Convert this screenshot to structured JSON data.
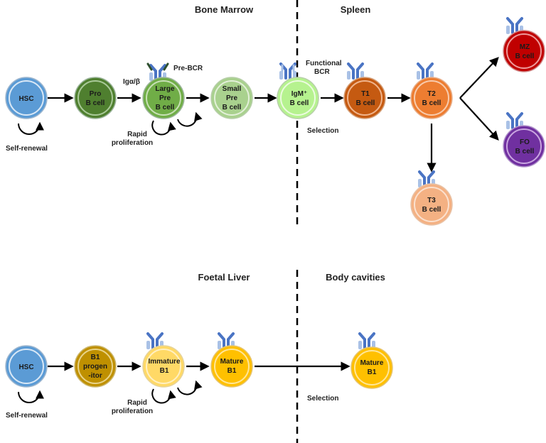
{
  "regions": {
    "bone_marrow": "Bone Marrow",
    "spleen": "Spleen",
    "foetal_liver": "Foetal Liver",
    "body_cavities": "Body cavities"
  },
  "colors": {
    "receptor": "#4a74c4",
    "receptor_light": "#a9c1e6",
    "arrow": "#000000",
    "divider": "#000000"
  },
  "cells": {
    "hsc_top": {
      "line1": "HSC",
      "line2": "",
      "line3": "",
      "fill": "#5b9bd5",
      "ring": "#d9e8f6"
    },
    "pro_b": {
      "line1": "Pro",
      "line2": "B cell",
      "line3": "",
      "fill": "#4f7f2f",
      "ring": "#a9c998"
    },
    "large_pre": {
      "line1": "Large",
      "line2": "Pre",
      "line3": "B cell",
      "fill": "#70ad47",
      "ring": "#c8e0b6"
    },
    "small_pre": {
      "line1": "Small",
      "line2": "Pre",
      "line3": "B cell",
      "fill": "#a9d18e",
      "ring": "#e3f0d9"
    },
    "igm_b": {
      "line1": "IgM⁺",
      "line2": "B cell",
      "line3": "",
      "fill": "#b6f28f",
      "ring": "#ecfbe0"
    },
    "t1": {
      "line1": "T1",
      "line2": "B cell",
      "line3": "",
      "fill": "#c55a11",
      "ring": "#f0b48c"
    },
    "t2": {
      "line1": "T2",
      "line2": "B cell",
      "line3": "",
      "fill": "#ed7d31",
      "ring": "#f8cbad"
    },
    "t3": {
      "line1": "T3",
      "line2": "B cell",
      "line3": "",
      "fill": "#f4b183",
      "ring": "#fbe1cf"
    },
    "mz": {
      "line1": "MZ",
      "line2": "B cell",
      "line3": "",
      "fill": "#c00000",
      "ring": "#ee9a9a"
    },
    "fo": {
      "line1": "FO",
      "line2": "B cell",
      "line3": "",
      "fill": "#7030a0",
      "ring": "#c9a6e0"
    },
    "hsc_bottom": {
      "line1": "HSC",
      "line2": "",
      "line3": "",
      "fill": "#5b9bd5",
      "ring": "#d9e8f6"
    },
    "b1_prog": {
      "line1": "B1",
      "line2": "progen",
      "line3": "-itor",
      "fill": "#bf9000",
      "ring": "#e8d38a"
    },
    "immature_b1": {
      "line1": "Immature",
      "line2": "B1",
      "line3": "",
      "fill": "#ffd966",
      "ring": "#fff0c2"
    },
    "mature_b1_fl": {
      "line1": "Mature",
      "line2": "B1",
      "line3": "",
      "fill": "#ffc000",
      "ring": "#ffe699"
    },
    "mature_b1_bc": {
      "line1": "Mature",
      "line2": "B1",
      "line3": "",
      "fill": "#ffc000",
      "ring": "#ffe699"
    }
  },
  "labels": {
    "self_renewal_top": "Self-renewal",
    "self_renewal_bottom": "Self-renewal",
    "ig_ab": "Igα/β",
    "pre_bcr": "Pre-BCR",
    "functional_bcr_1": "Functional",
    "functional_bcr_2": "BCR",
    "selection_top": "Selection",
    "selection_bottom": "Selection",
    "rapid_top_1": "Rapid",
    "rapid_top_2": "proliferation",
    "rapid_bottom_1": "Rapid",
    "rapid_bottom_2": "proliferation"
  }
}
